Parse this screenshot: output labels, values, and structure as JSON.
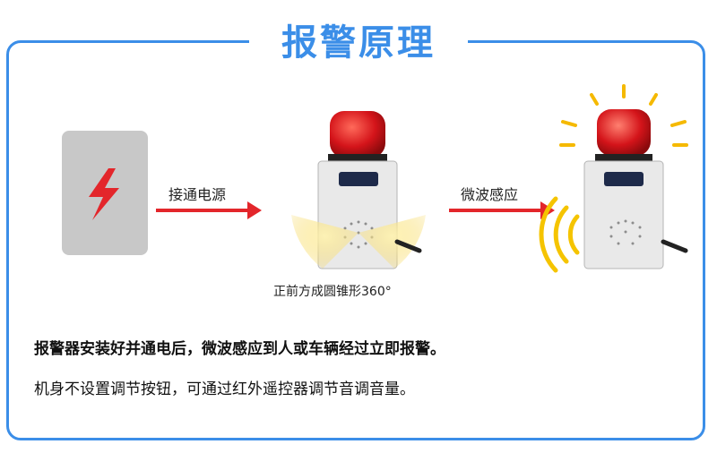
{
  "title": "报警原理",
  "arrows": {
    "first_label": "接通电源",
    "second_label": "微波感应"
  },
  "caption": "正前方成圆锥形360°",
  "description": {
    "line1": "报警器安装好并通电后，微波感应到人或车辆经过立即报警。",
    "line2": "机身不设置调节按钮，可通过红外遥控器调节音调音量。"
  },
  "colors": {
    "accent": "#3b8ee8",
    "arrow": "#e3262b",
    "lamp": "#d4141a",
    "glow": "#f5b900"
  },
  "icons": {
    "power": "lightning-bolt-icon"
  }
}
